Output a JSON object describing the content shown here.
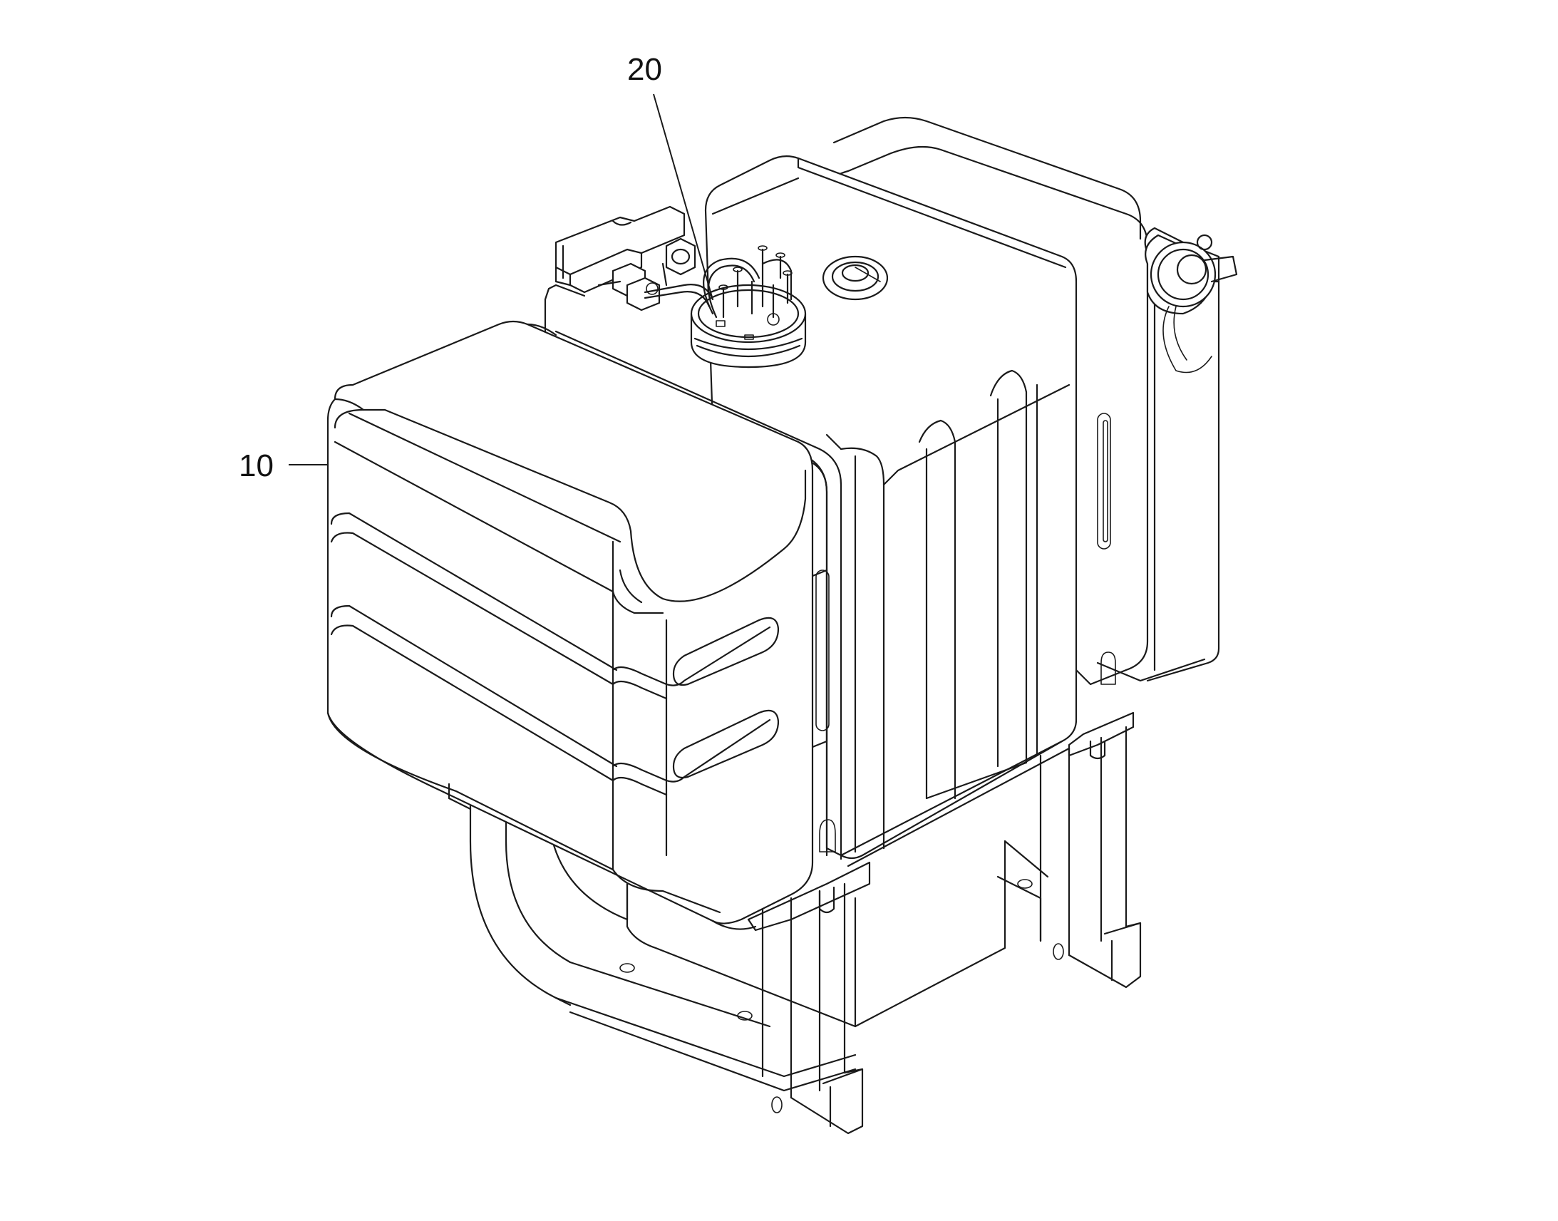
{
  "callouts": [
    {
      "label": "10",
      "part": "tank-body"
    },
    {
      "label": "20",
      "part": "sender-unit"
    }
  ],
  "colors": {
    "line": "#1a1a1a",
    "background": "#ffffff"
  }
}
